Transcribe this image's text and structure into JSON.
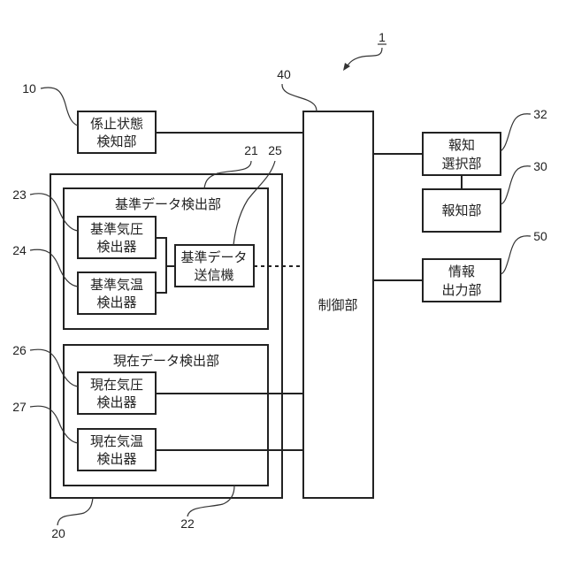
{
  "figure": {
    "system_ref": "1",
    "blocks": {
      "lock_state_detector": {
        "ref": "10",
        "lines": [
          "係止状態",
          "検知部"
        ]
      },
      "data_detector_unit": {
        "ref": "20"
      },
      "reference_data_detector": {
        "ref": "21",
        "title": "基準データ検出部"
      },
      "current_data_detector": {
        "ref": "22",
        "title": "現在データ検出部"
      },
      "reference_pressure_detector": {
        "ref": "23",
        "lines": [
          "基準気圧",
          "検出器"
        ]
      },
      "reference_temperature_detector": {
        "ref": "24",
        "lines": [
          "基準気温",
          "検出器"
        ]
      },
      "reference_data_transmitter": {
        "ref": "25",
        "lines": [
          "基準データ",
          "送信機"
        ]
      },
      "current_pressure_detector": {
        "ref": "26",
        "lines": [
          "現在気圧",
          "検出器"
        ]
      },
      "current_temperature_detector": {
        "ref": "27",
        "lines": [
          "現在気温",
          "検出器"
        ]
      },
      "notification_unit": {
        "ref": "30",
        "lines": [
          "報知部"
        ]
      },
      "notification_selector": {
        "ref": "32",
        "lines": [
          "報知",
          "選択部"
        ]
      },
      "control_unit": {
        "ref": "40",
        "lines": [
          "制御部"
        ]
      },
      "info_output_unit": {
        "ref": "50",
        "lines": [
          "情報",
          "出力部"
        ]
      }
    },
    "connections": [
      {
        "from": "lock_state_detector",
        "to": "control_unit",
        "style": "solid"
      },
      {
        "from": "reference_pressure_detector",
        "to": "reference_data_transmitter",
        "style": "solid"
      },
      {
        "from": "reference_temperature_detector",
        "to": "reference_data_transmitter",
        "style": "solid"
      },
      {
        "from": "reference_data_transmitter",
        "to": "control_unit",
        "style": "dashed"
      },
      {
        "from": "current_pressure_detector",
        "to": "control_unit",
        "style": "solid"
      },
      {
        "from": "current_temperature_detector",
        "to": "control_unit",
        "style": "solid"
      },
      {
        "from": "control_unit",
        "to": "notification_selector",
        "style": "solid"
      },
      {
        "from": "notification_selector",
        "to": "notification_unit",
        "style": "solid"
      },
      {
        "from": "control_unit",
        "to": "info_output_unit",
        "style": "solid"
      }
    ]
  }
}
